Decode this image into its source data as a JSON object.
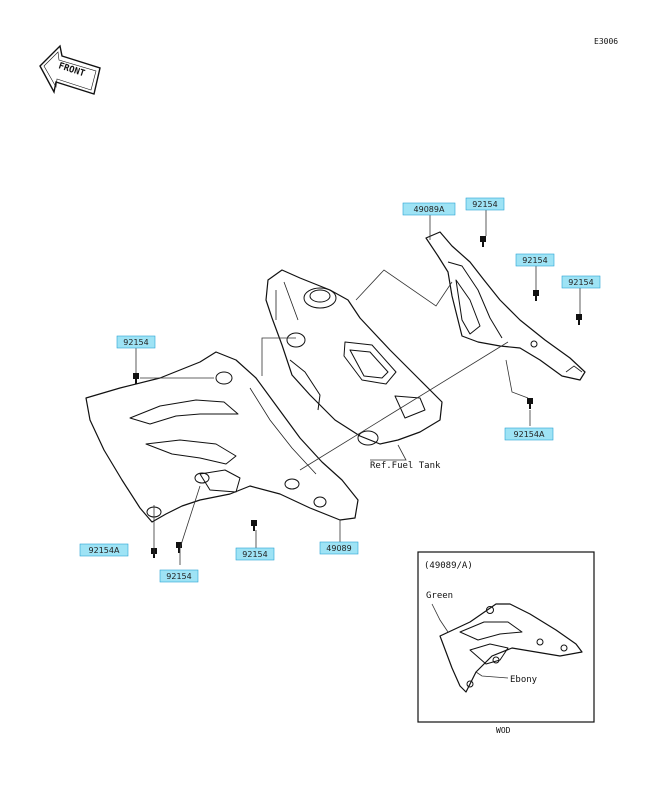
{
  "diagram_code": "E3006",
  "front_label": "FRONT",
  "ref_label": "Ref.Fuel Tank",
  "inset_code": "(49089/A)",
  "inset_color_top": "Green",
  "inset_color_bottom": "Ebony",
  "inset_footer": "WOD",
  "tag_color": "#9ee3f5",
  "part_tags": [
    {
      "id": "p1",
      "text": "49089A"
    },
    {
      "id": "p2",
      "text": "92154"
    },
    {
      "id": "p3",
      "text": "92154"
    },
    {
      "id": "p4",
      "text": "92154"
    },
    {
      "id": "p5",
      "text": "92154"
    },
    {
      "id": "p6",
      "text": "92154A"
    },
    {
      "id": "p7",
      "text": "92154A"
    },
    {
      "id": "p8",
      "text": "92154"
    },
    {
      "id": "p9",
      "text": "92154"
    },
    {
      "id": "p10",
      "text": "49089"
    }
  ]
}
